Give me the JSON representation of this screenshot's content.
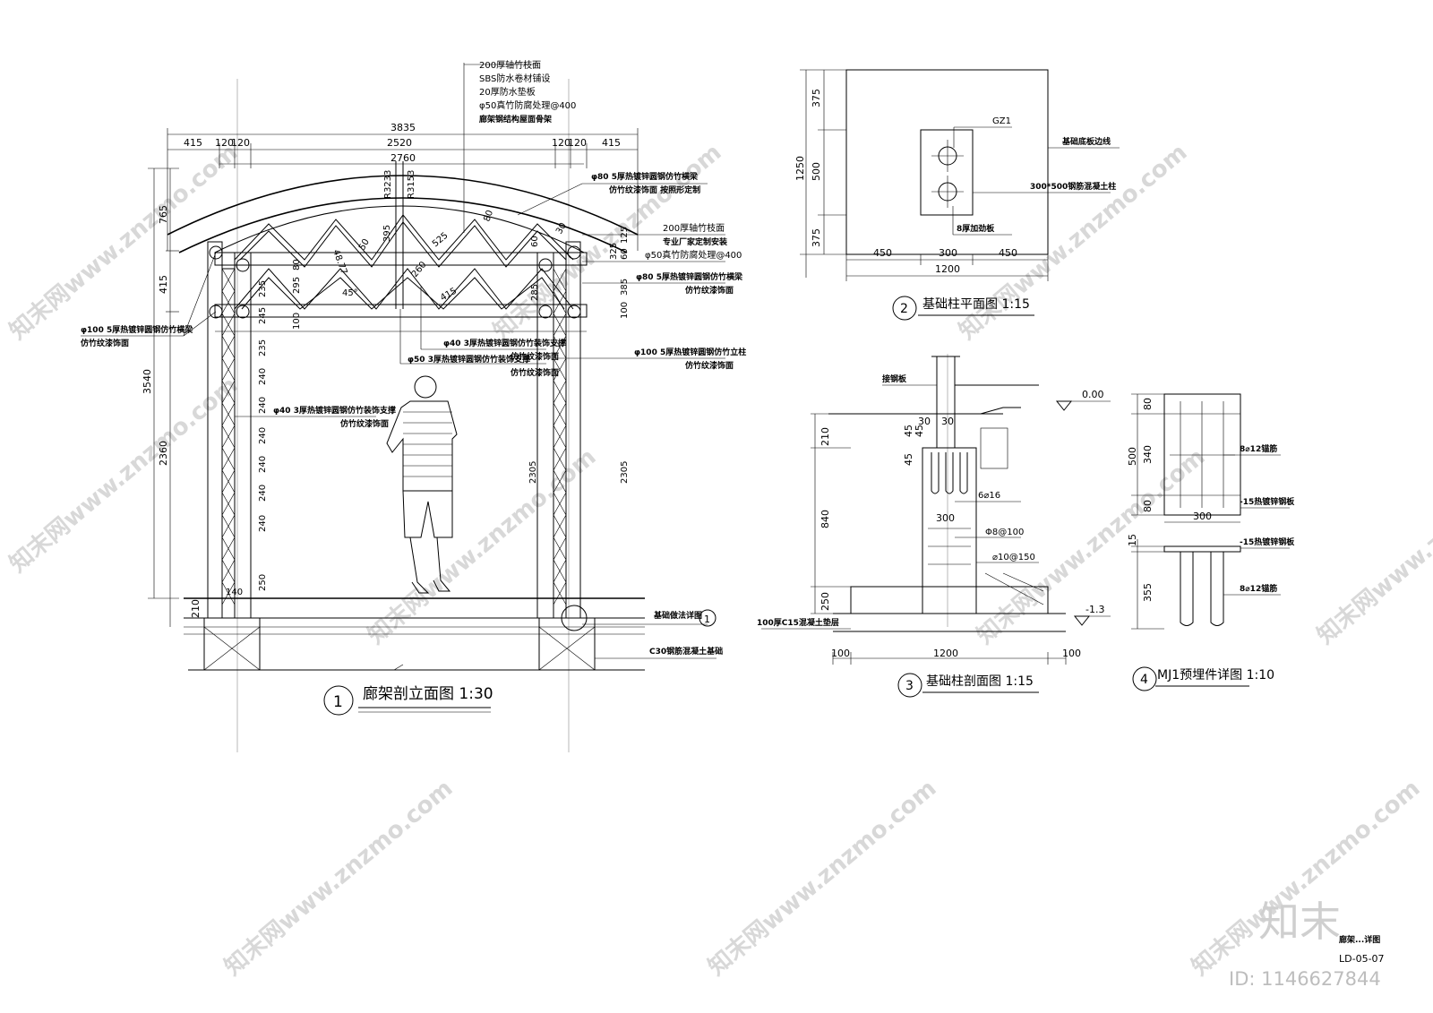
{
  "watermark": {
    "text": "知末网www.znzmo.com"
  },
  "brand": {
    "logo": "知末",
    "id": "ID: 1146627844"
  },
  "drawing_code": "LD-05-07",
  "drawing_name": "廊架...详图",
  "view1": {
    "number": "1",
    "title": "廊架剖立面图 1:30",
    "dims_top": [
      "3835",
      "415",
      "120",
      "120",
      "2520",
      "120",
      "120",
      "415",
      "2760"
    ],
    "dims_left": [
      "765",
      "415",
      "3540",
      "2360",
      "210"
    ],
    "dims_inner": [
      "R3233",
      "R3153",
      "80",
      "48.77",
      "50",
      "395",
      "525",
      "60",
      "260",
      "415",
      "45°",
      "295",
      "80",
      "100",
      "235",
      "245",
      "235",
      "240",
      "240",
      "240",
      "240",
      "240",
      "240",
      "250",
      "140",
      "2305",
      "2305",
      "285",
      "385",
      "100",
      "60",
      "125",
      "325",
      "30"
    ],
    "notes_top": [
      "200厚轴竹枝面",
      "SBS防水卷材铺设",
      "20厚防水垫板",
      "φ50真竹防腐处理@400",
      "廊架钢结构屋面骨架"
    ],
    "notes_right": [
      {
        "l1": "φ80 5厚热镀锌圆钢仿竹横梁",
        "l2": "仿竹纹漆饰面  按照形定制"
      },
      {
        "l1": "200厚轴竹枝面",
        "l2": "专业厂家定制安装"
      },
      {
        "l1": "φ50真竹防腐处理@400",
        "l2": ""
      },
      {
        "l1": "φ80 5厚热镀锌圆钢仿竹横梁",
        "l2": "仿竹纹漆饰面"
      },
      {
        "l1": "φ100 5厚热镀锌圆钢仿竹立柱",
        "l2": "仿竹纹漆饰面"
      }
    ],
    "notes_mid": [
      {
        "l1": "φ40 3厚热镀锌圆钢仿竹装饰支撑",
        "l2": "仿竹纹漆饰面"
      },
      {
        "l1": "φ50 3厚热镀锌圆钢仿竹装饰支撑",
        "l2": "仿竹纹漆饰面"
      }
    ],
    "note_left": {
      "l1": "φ100 5厚热镀锌圆钢仿竹横梁",
      "l2": "仿竹纹漆饰面"
    },
    "note_col": {
      "l1": "φ40 3厚热镀锌圆钢仿竹装饰支撑",
      "l2": "仿竹纹漆饰面"
    },
    "note_foundation": "C30钢筋混凝土基础",
    "note_ref": "基础做法详图",
    "ref_num": "1"
  },
  "view2": {
    "number": "2",
    "title": "基础柱平面图 1:15",
    "dims_left": [
      "375",
      "1250",
      "500",
      "375"
    ],
    "dims_bottom": [
      "450",
      "300",
      "450",
      "1200"
    ],
    "labels": [
      "GZ1",
      "基础底板边线",
      "300*500钢筋混凝土柱",
      "8厚加劲板"
    ]
  },
  "view3": {
    "number": "3",
    "title": "基础柱剖面图 1:15",
    "levels": [
      "0.00",
      "-1.3"
    ],
    "dims_left": [
      "210",
      "45",
      "45",
      "45",
      "840",
      "250"
    ],
    "dims_bottom": [
      "100",
      "1200",
      "100"
    ],
    "dims_top": [
      "30",
      "30"
    ],
    "labels": [
      "接钢板",
      "6⌀16",
      "300",
      "Φ8@100",
      "⌀10@150",
      "100厚C15混凝土垫层"
    ]
  },
  "view4": {
    "number": "4",
    "title": "MJ1预埋件详图 1:10",
    "dims_left": [
      "80",
      "500",
      "340",
      "80",
      "15",
      "355"
    ],
    "dims_bottom": [
      "300"
    ],
    "labels": [
      "8⌀12锚筋",
      "-15热镀锌钢板",
      "-15热镀锌钢板",
      "8⌀12锚筋"
    ]
  }
}
